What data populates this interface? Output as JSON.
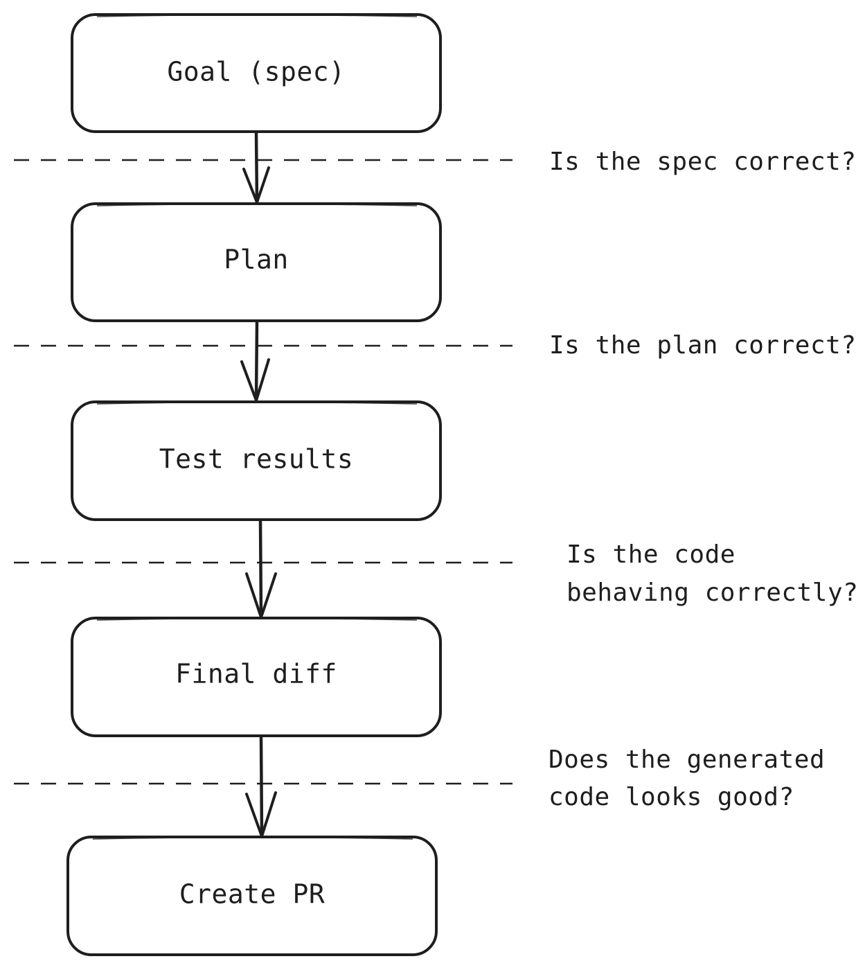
{
  "steps": [
    {
      "label": "Goal (spec)"
    },
    {
      "label": "Plan"
    },
    {
      "label": "Test results"
    },
    {
      "label": "Final diff"
    },
    {
      "label": "Create PR"
    }
  ],
  "gates": [
    {
      "lines": [
        "Is the spec correct?"
      ]
    },
    {
      "lines": [
        "Is the plan correct?"
      ]
    },
    {
      "lines": [
        "Is the code",
        "behaving correctly?"
      ]
    },
    {
      "lines": [
        "Does the generated",
        "code looks good?"
      ]
    }
  ],
  "colors": {
    "stroke": "#1e1e1e",
    "background": "#ffffff"
  }
}
